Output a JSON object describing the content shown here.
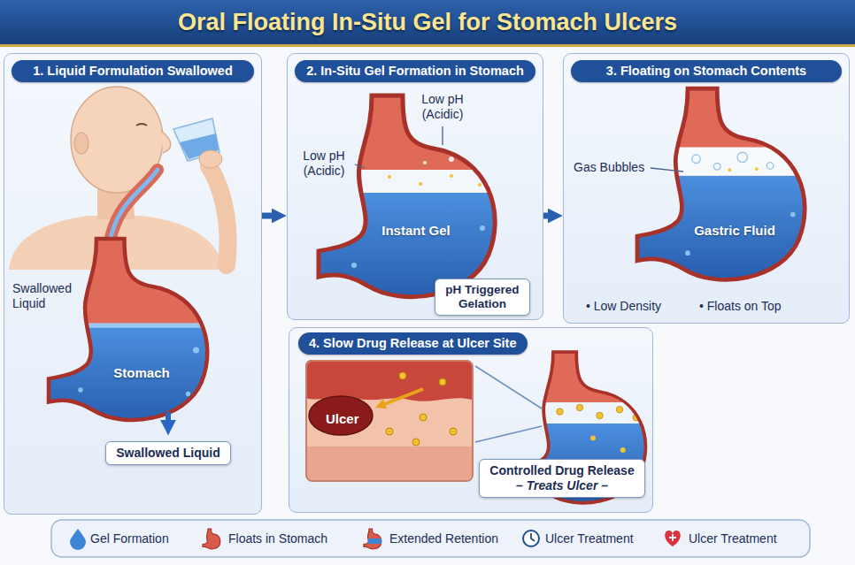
{
  "diagram": {
    "title": "Oral Floating In-Situ Gel for Stomach Ulcers",
    "nodes": [
      {
        "text": [
          "1. Liquid Formulation Swallowed"
        ]
      },
      {
        "text": [
          "Swallowed Liquid"
        ],
        "in": 0
      },
      {
        "text": [
          "2. In-Situ Gel Formation in Stomach"
        ]
      },
      {
        "text": [
          "pH Triggered Gelation"
        ],
        "in": 2
      },
      {
        "text": [
          "3. Floating on Stomach Contents"
        ]
      },
      {
        "text": [
          "4. Slow Drug Release at Ulcer Site"
        ]
      },
      {
        "text": [
          "Ulcer"
        ],
        "in": 5
      },
      {
        "text": [
          "Controlled Drug Release",
          "– Treats Ulcer –"
        ],
        "in": 5
      }
    ],
    "edges": [
      {
        "from": 0,
        "to": 2,
        "arrow": "to"
      },
      {
        "from": 2,
        "to": 4,
        "arrow": "to"
      }
    ],
    "labels": [
      "Swallowed Liquid",
      "Stomach",
      "Low pH (Acidic)",
      "Low pH (Acidic)",
      "Instant Gel",
      "Gas Bubbles",
      "Gastric Fluid",
      "• Low Density",
      "• Floats on Top"
    ],
    "legend": [
      {
        "text": "Gel Formation"
      },
      {
        "text": "Floats in Stomach"
      },
      {
        "text": "Extended Retention"
      },
      {
        "text": "Ulcer Treatment"
      },
      {
        "text": "Ulcer Treatment"
      }
    ]
  }
}
